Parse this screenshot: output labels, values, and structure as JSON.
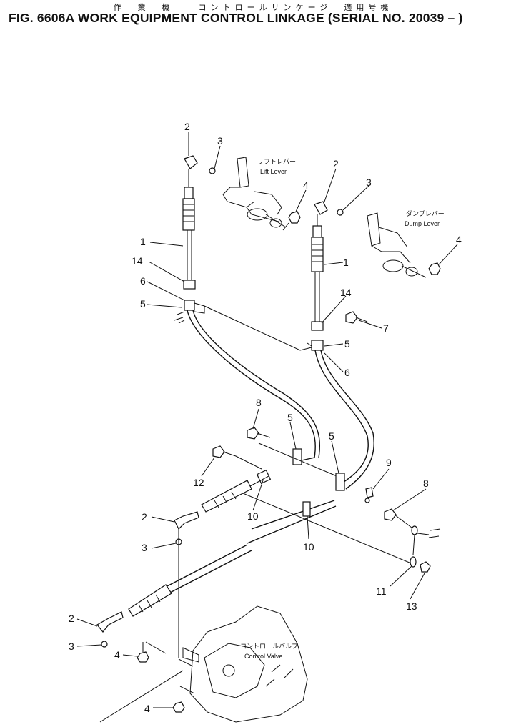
{
  "title": {
    "japanese": "作　業　機　　コントロールリンケージ　適用号機",
    "english": "FIG. 6606A  WORK EQUIPMENT CONTROL LINKAGE (SERIAL NO. 20039 – )"
  },
  "labels": {
    "lift_lever_jp": "リフトレバー",
    "lift_lever_en": "Lift Lever",
    "dump_lever_jp": "ダンプレバー",
    "dump_lever_en": "Dump Lever",
    "control_valve_jp": "コントロールバルブ",
    "control_valve_en": "Control Valve"
  },
  "callouts": {
    "c2a": "2",
    "c3a": "3",
    "c4a": "4",
    "c1a": "1",
    "c14a": "14",
    "c6a": "6",
    "c5a": "5",
    "c2b": "2",
    "c3b": "3",
    "c4b": "4",
    "c1b": "1",
    "c14b": "14",
    "c7": "7",
    "c5b": "5",
    "c6b": "6",
    "c8a": "8",
    "c5c": "5",
    "c5d": "5",
    "c9": "9",
    "c12": "12",
    "c10a": "10",
    "c10b": "10",
    "c8b": "8",
    "c2c": "2",
    "c3c": "3",
    "c11": "11",
    "c13": "13",
    "c2d": "2",
    "c3d": "3",
    "c4c": "4",
    "c4d": "4"
  }
}
